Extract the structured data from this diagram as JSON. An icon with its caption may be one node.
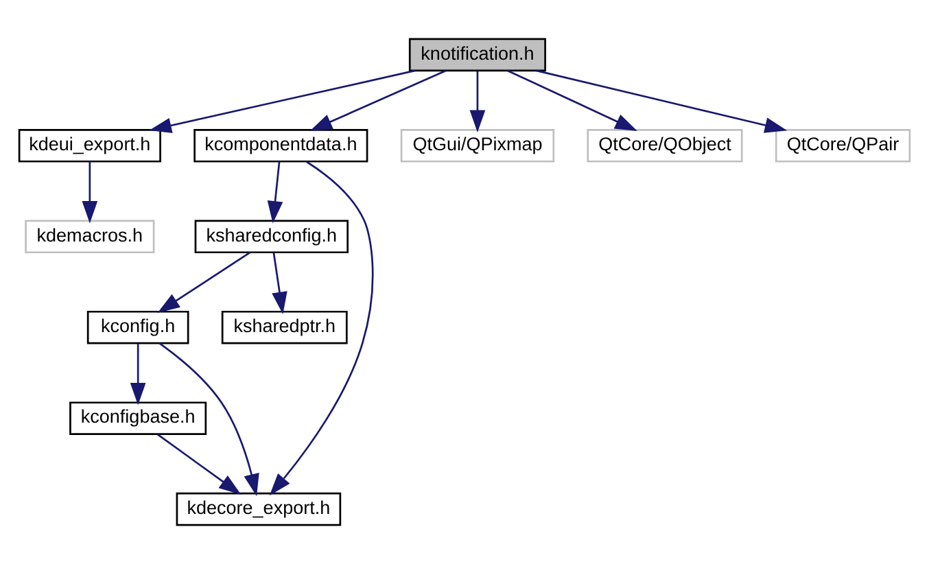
{
  "diagram": {
    "nodes": [
      {
        "text": [
          "knotification.h"
        ]
      },
      {
        "text": [
          "kdeui_export.h"
        ]
      },
      {
        "text": [
          "kcomponentdata.h"
        ]
      },
      {
        "text": [
          "QtGui/QPixmap"
        ]
      },
      {
        "text": [
          "QtCore/QObject"
        ]
      },
      {
        "text": [
          "QtCore/QPair"
        ]
      },
      {
        "text": [
          "kdemacros.h"
        ]
      },
      {
        "text": [
          "ksharedconfig.h"
        ]
      },
      {
        "text": [
          "kconfig.h"
        ]
      },
      {
        "text": [
          "ksharedptr.h"
        ]
      },
      {
        "text": [
          "kconfigbase.h"
        ]
      },
      {
        "text": [
          "kdecore_export.h"
        ]
      }
    ],
    "edges": [
      {
        "from": 0,
        "to": 1,
        "arrow": "to"
      },
      {
        "from": 0,
        "to": 2,
        "arrow": "to"
      },
      {
        "from": 0,
        "to": 3,
        "arrow": "to"
      },
      {
        "from": 0,
        "to": 4,
        "arrow": "to"
      },
      {
        "from": 0,
        "to": 5,
        "arrow": "to"
      },
      {
        "from": 1,
        "to": 6,
        "arrow": "to"
      },
      {
        "from": 2,
        "to": 11,
        "arrow": "to"
      },
      {
        "from": 2,
        "to": 7,
        "arrow": "to"
      },
      {
        "from": 7,
        "to": 8,
        "arrow": "to"
      },
      {
        "from": 7,
        "to": 9,
        "arrow": "to"
      },
      {
        "from": 8,
        "to": 11,
        "arrow": "to"
      },
      {
        "from": 8,
        "to": 10,
        "arrow": "to"
      },
      {
        "from": 10,
        "to": 11,
        "arrow": "to"
      }
    ]
  }
}
